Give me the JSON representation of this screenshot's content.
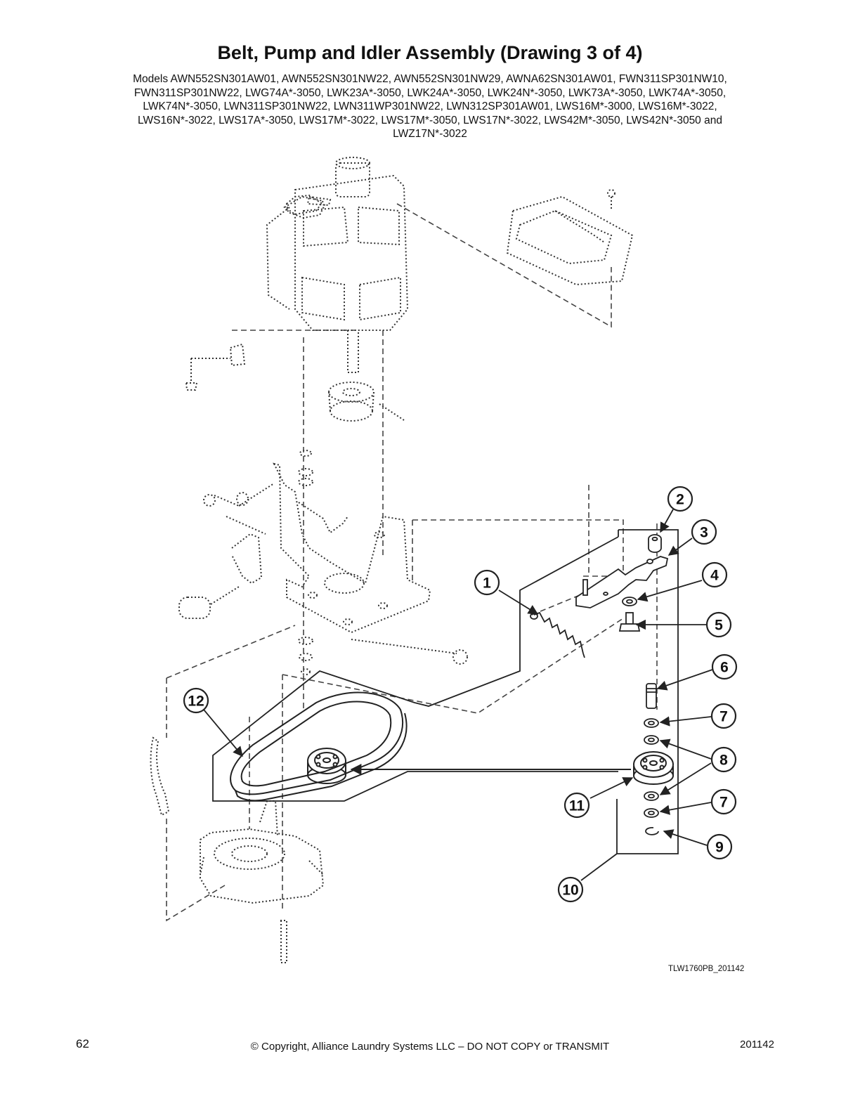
{
  "header": {
    "title": "Belt, Pump and Idler Assembly (Drawing 3 of 4)",
    "models_lines": [
      "Models AWN552SN301AW01, AWN552SN301NW22, AWN552SN301NW29, AWNA62SN301AW01, FWN311SP301NW10,",
      "FWN311SP301NW22, LWG74A*-3050, LWK23A*-3050, LWK24A*-3050, LWK24N*-3050, LWK73A*-3050, LWK74A*-3050,",
      "LWK74N*-3050, LWN311SP301NW22, LWN311WP301NW22, LWN312SP301AW01, LWS16M*-3000, LWS16M*-3022,",
      "LWS16N*-3022, LWS17A*-3050, LWS17M*-3022, LWS17M*-3050, LWS17N*-3022, LWS42M*-3050, LWS42N*-3050 and",
      "LWZ17N*-3022"
    ]
  },
  "callouts": {
    "c1": "1",
    "c2": "2",
    "c3": "3",
    "c4": "4",
    "c5": "5",
    "c6": "6",
    "c7a": "7",
    "c7b": "7",
    "c8": "8",
    "c9": "9",
    "c10": "10",
    "c11": "11",
    "c12": "12"
  },
  "drawing": {
    "reference_code": "TLW1760PB_201142"
  },
  "footer": {
    "page_number": "62",
    "copyright": "© Copyright, Alliance Laundry Systems LLC – DO NOT COPY or TRANSMIT",
    "doc_code": "201142"
  }
}
